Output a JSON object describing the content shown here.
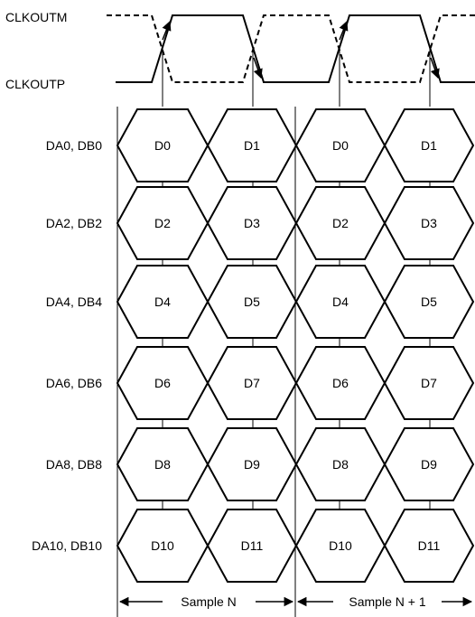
{
  "clock": {
    "top_label": "CLKOUTM",
    "bottom_label": "CLKOUTP"
  },
  "rows": [
    {
      "label": "DA0, DB0",
      "cells": [
        "D0",
        "D1",
        "D0",
        "D1"
      ]
    },
    {
      "label": "DA2, DB2",
      "cells": [
        "D2",
        "D3",
        "D2",
        "D3"
      ]
    },
    {
      "label": "DA4, DB4",
      "cells": [
        "D4",
        "D5",
        "D4",
        "D5"
      ]
    },
    {
      "label": "DA6, DB6",
      "cells": [
        "D6",
        "D7",
        "D6",
        "D7"
      ]
    },
    {
      "label": "DA8, DB8",
      "cells": [
        "D8",
        "D9",
        "D8",
        "D9"
      ]
    },
    {
      "label": "DA10, DB10",
      "cells": [
        "D10",
        "D11",
        "D10",
        "D11"
      ]
    }
  ],
  "samples": [
    "Sample N",
    "Sample N + 1"
  ],
  "colors": {
    "stroke": "#000000",
    "background": "#ffffff"
  }
}
